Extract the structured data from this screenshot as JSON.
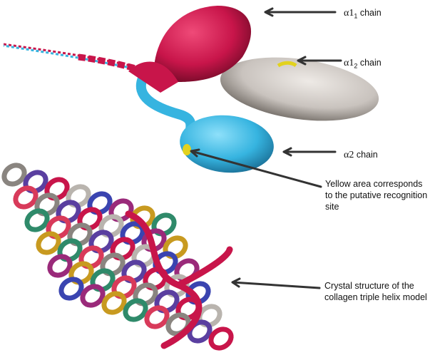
{
  "labels": {
    "alpha1_1": {
      "greek": "α1",
      "sub": "1",
      "text": " chain"
    },
    "alpha1_2": {
      "greek": "α1",
      "sub": "2",
      "text": " chain"
    },
    "alpha2": {
      "greek": "α2",
      "text": " chain"
    },
    "yellow_area": [
      "Yellow area corresponds",
      "to the putative recognition",
      "site"
    ],
    "crystal": [
      "Crystal structure of the",
      "collagen triple helix model"
    ]
  },
  "colors": {
    "alpha1_1": "#c8154a",
    "alpha1_2": "#c9c3be",
    "alpha2": "#36b4e0",
    "recognition_site": "#e2d21e"
  }
}
